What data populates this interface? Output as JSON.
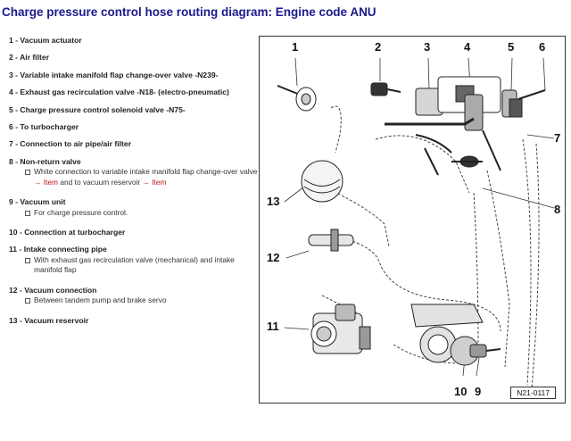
{
  "title": "Charge pressure control hose routing diagram: Engine code ANU",
  "legend": [
    {
      "label": "1 - Vacuum actuator"
    },
    {
      "label": "2 - Air filter"
    },
    {
      "label": "3 - Variable intake manifold flap change-over valve -N239-"
    },
    {
      "label": "4 - Exhaust gas recirculation valve -N18- (electro-pneumatic)"
    },
    {
      "label": "5 - Charge pressure control solenoid valve -N75-"
    },
    {
      "label": "6 - To turbocharger"
    },
    {
      "label": "7 - Connection to air pipe/air filter"
    },
    {
      "label": "8 - Non-return valve",
      "sub_parts": [
        "White connection to variable intake manifold flap change-over valve ",
        "Item",
        " and to vacuum reservoir ",
        "Item"
      ]
    },
    {
      "label": "9 - Vacuum unit",
      "sub": "For charge pressure control."
    },
    {
      "label": "10 - Connection at turbocharger"
    },
    {
      "label": "11 - Intake connecting pipe",
      "sub": "With exhaust gas recirculation valve (mechanical) and intake manifold flap"
    },
    {
      "label": "12 - Vacuum connection",
      "sub": "Between tandem pump and brake servo"
    },
    {
      "label": "13 - Vacuum reservoir"
    }
  ],
  "arrow": "→",
  "callouts": [
    "1",
    "2",
    "3",
    "4",
    "5",
    "6",
    "7",
    "8",
    "9",
    "10",
    "11",
    "12",
    "13"
  ],
  "figure_code": "N21-0117"
}
